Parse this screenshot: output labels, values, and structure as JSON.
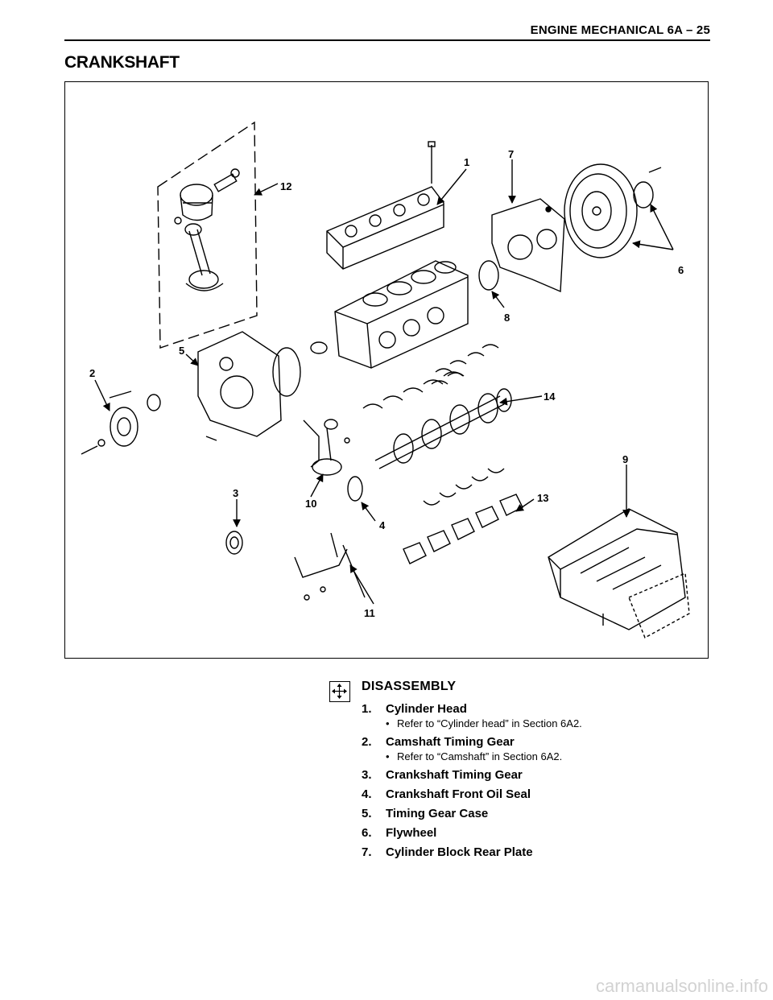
{
  "header": {
    "running_title": "ENGINE MECHANICAL 6A – 25"
  },
  "page_title": "CRANKSHAFT",
  "figure": {
    "callouts": [
      "1",
      "2",
      "3",
      "4",
      "5",
      "6",
      "7",
      "8",
      "9",
      "10",
      "11",
      "12",
      "13",
      "14"
    ]
  },
  "procedure": {
    "icon": "disassembly-arrows-icon",
    "heading": "DISASSEMBLY",
    "steps": [
      {
        "number": "1.",
        "label": "Cylinder Head",
        "note": "Refer to “Cylinder head” in Section 6A2."
      },
      {
        "number": "2.",
        "label": "Camshaft Timing Gear",
        "note": "Refer to “Camshaft” in Section 6A2."
      },
      {
        "number": "3.",
        "label": "Crankshaft Timing Gear"
      },
      {
        "number": "4.",
        "label": "Crankshaft Front Oil Seal"
      },
      {
        "number": "5.",
        "label": "Timing Gear Case"
      },
      {
        "number": "6.",
        "label": "Flywheel"
      },
      {
        "number": "7.",
        "label": "Cylinder Block Rear Plate"
      }
    ]
  },
  "watermark": "carmanualsonline.info"
}
